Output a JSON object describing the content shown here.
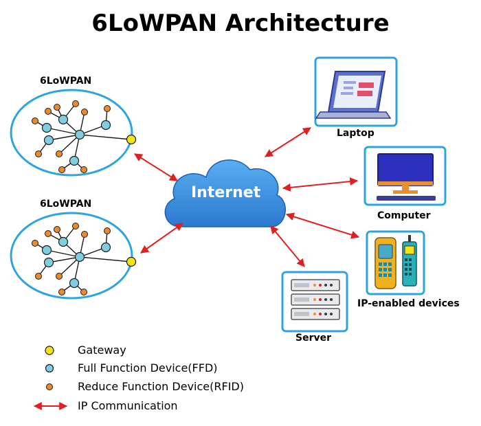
{
  "title": "6LoWPAN Architecture",
  "networks": [
    {
      "label": "6LoWPAN"
    },
    {
      "label": "6LoWPAN"
    }
  ],
  "internet": {
    "label": "Internet"
  },
  "devices": {
    "laptop": "Laptop",
    "computer": "Computer",
    "ip_devices": "IP-enabled devices",
    "server": "Server"
  },
  "legend": {
    "gateway": "Gateway",
    "ffd": "Full Function Device(FFD)",
    "rfd": "Reduce Function Device(RFID)",
    "ip": "IP Communication"
  },
  "colors": {
    "gateway": "#f5e315",
    "ffd": "#7fcde0",
    "rfd": "#e88a2e",
    "arrow": "#e02020",
    "frame": "#2da3e0",
    "cloud": "#3b8fde"
  }
}
